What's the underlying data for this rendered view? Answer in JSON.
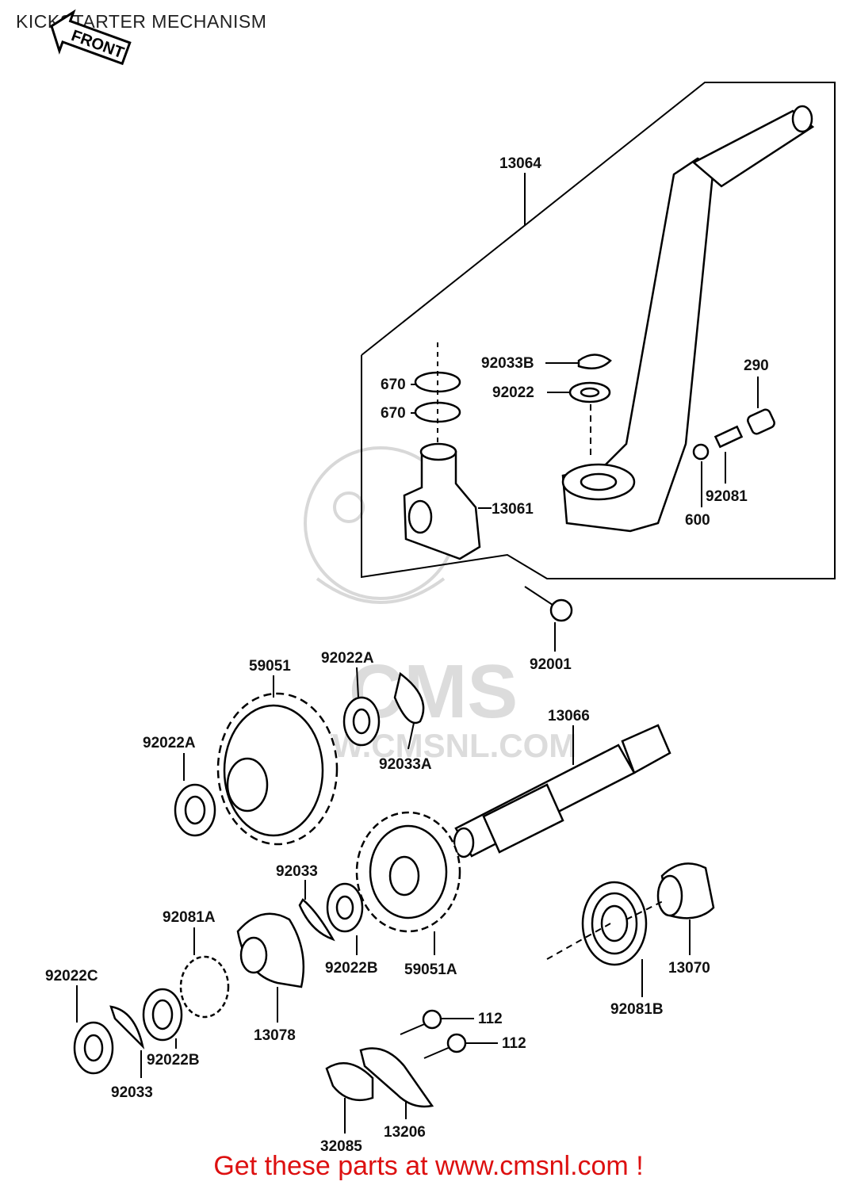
{
  "header": {
    "title": "KICKSTARTER MECHANISM"
  },
  "front_arrow": {
    "label": "FRONT"
  },
  "watermark": {
    "brand": "CMS",
    "site": "WWW.CMSNL.COM"
  },
  "labels": {
    "p13064": "13064",
    "p92033B": "92033B",
    "p92022": "92022",
    "p290": "290",
    "p670a": "670",
    "p670b": "670",
    "p13061": "13061",
    "p92081": "92081",
    "p600": "600",
    "p92001": "92001",
    "p59051": "59051",
    "p92022A_top": "92022A",
    "p92022A_left": "92022A",
    "p92033A": "92033A",
    "p13066": "13066",
    "p92033_mid": "92033",
    "p92081A": "92081A",
    "p92022C": "92022C",
    "p92022B_mid": "92022B",
    "p59051A": "59051A",
    "p13070": "13070",
    "p92081B": "92081B",
    "p13078": "13078",
    "p92022B_low": "92022B",
    "p92033_low": "92033",
    "p112a": "112",
    "p112b": "112",
    "p32085": "32085",
    "p13206": "13206"
  },
  "footer": {
    "text": "Get these parts at www.cmsnl.com !",
    "color": "#dd1010"
  }
}
